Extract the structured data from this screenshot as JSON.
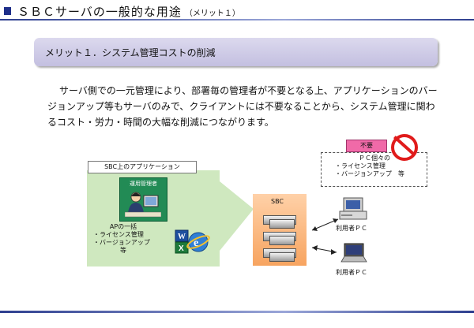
{
  "header": {
    "title": "ＳＢＣサーバの一般的な用途",
    "subtitle": "（メリット１）"
  },
  "banner": {
    "text": "メリット１．システム管理コストの削減"
  },
  "description": {
    "lines": [
      "サーバ側での一元管理により、部署毎の管理者が不要となる上、アプリケーションのバー",
      "ジョンアップ等もサーバのみで、クライアントには不要なることから、システム管理に関わ",
      "るコスト・労力・時間の大幅な削減につながります。"
    ]
  },
  "diagram": {
    "app_panel_label": "SBC上のアプリケーション",
    "admin_label": "運用管理者",
    "ap_lines": [
      "APの一括",
      "・ライセンス管理",
      "・バージョンアップ",
      "等"
    ],
    "sbc_label": "SBC",
    "unnecessary_label": "不要",
    "pc_individual": [
      "ＰＣ個々の",
      "・ライセンス管理",
      "・バージョンアップ　等"
    ],
    "user_pc_label_1": "利用者ＰＣ",
    "user_pc_label_2": "利用者ＰＣ"
  },
  "icons": [
    "excel-icon",
    "word-icon",
    "ie-icon",
    "prohibited-icon",
    "desktop-pc-icon",
    "laptop-pc-icon",
    "server-icon",
    "admin-person-icon"
  ],
  "colors": {
    "accent": "#1f2f8a",
    "banner": "#c9c5e4",
    "panel_green": "#cfe8bf",
    "admin_green": "#228b55",
    "sbc_orange": "#f7a460",
    "unnecessary_pink": "#f06aa8",
    "prohibit_red": "#e01b1b"
  }
}
